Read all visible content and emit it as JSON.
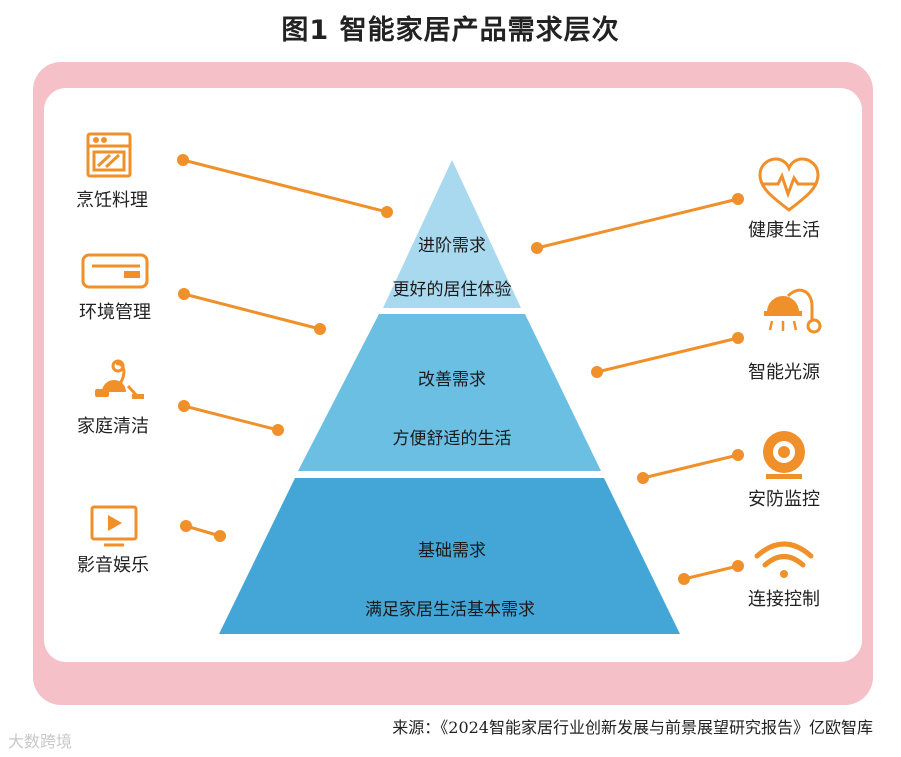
{
  "title": "图1  智能家居产品需求层次",
  "pyramid": {
    "top": {
      "title": "进阶需求",
      "desc": "更好的居住体验"
    },
    "middle": {
      "title": "改善需求",
      "desc": "方便舒适的生活"
    },
    "bottom": {
      "title": "基础需求",
      "desc": "满足家居生活基本需求"
    }
  },
  "left_items": [
    "烹饪料理",
    "环境管理",
    "家庭清洁",
    "影音娱乐"
  ],
  "right_items": [
    "健康生活",
    "智能光源",
    "安防监控",
    "连接控制"
  ],
  "icons": {
    "left": [
      "oven-icon",
      "air-conditioner-icon",
      "vacuum-cleaner-icon",
      "tv-icon"
    ],
    "right": [
      "heart-pulse-icon",
      "lamp-icon",
      "camera-icon",
      "wifi-icon"
    ]
  },
  "colors": {
    "tier_top": "#a9d9ef",
    "tier_middle": "#6bbfe2",
    "tier_bottom": "#43a6d6",
    "accent": "#f0902a",
    "frame": "#f5c0c8"
  },
  "source": "来源：《2024智能家居行业创新发展与前景展望研究报告》亿欧智库",
  "watermark": "大数跨境"
}
